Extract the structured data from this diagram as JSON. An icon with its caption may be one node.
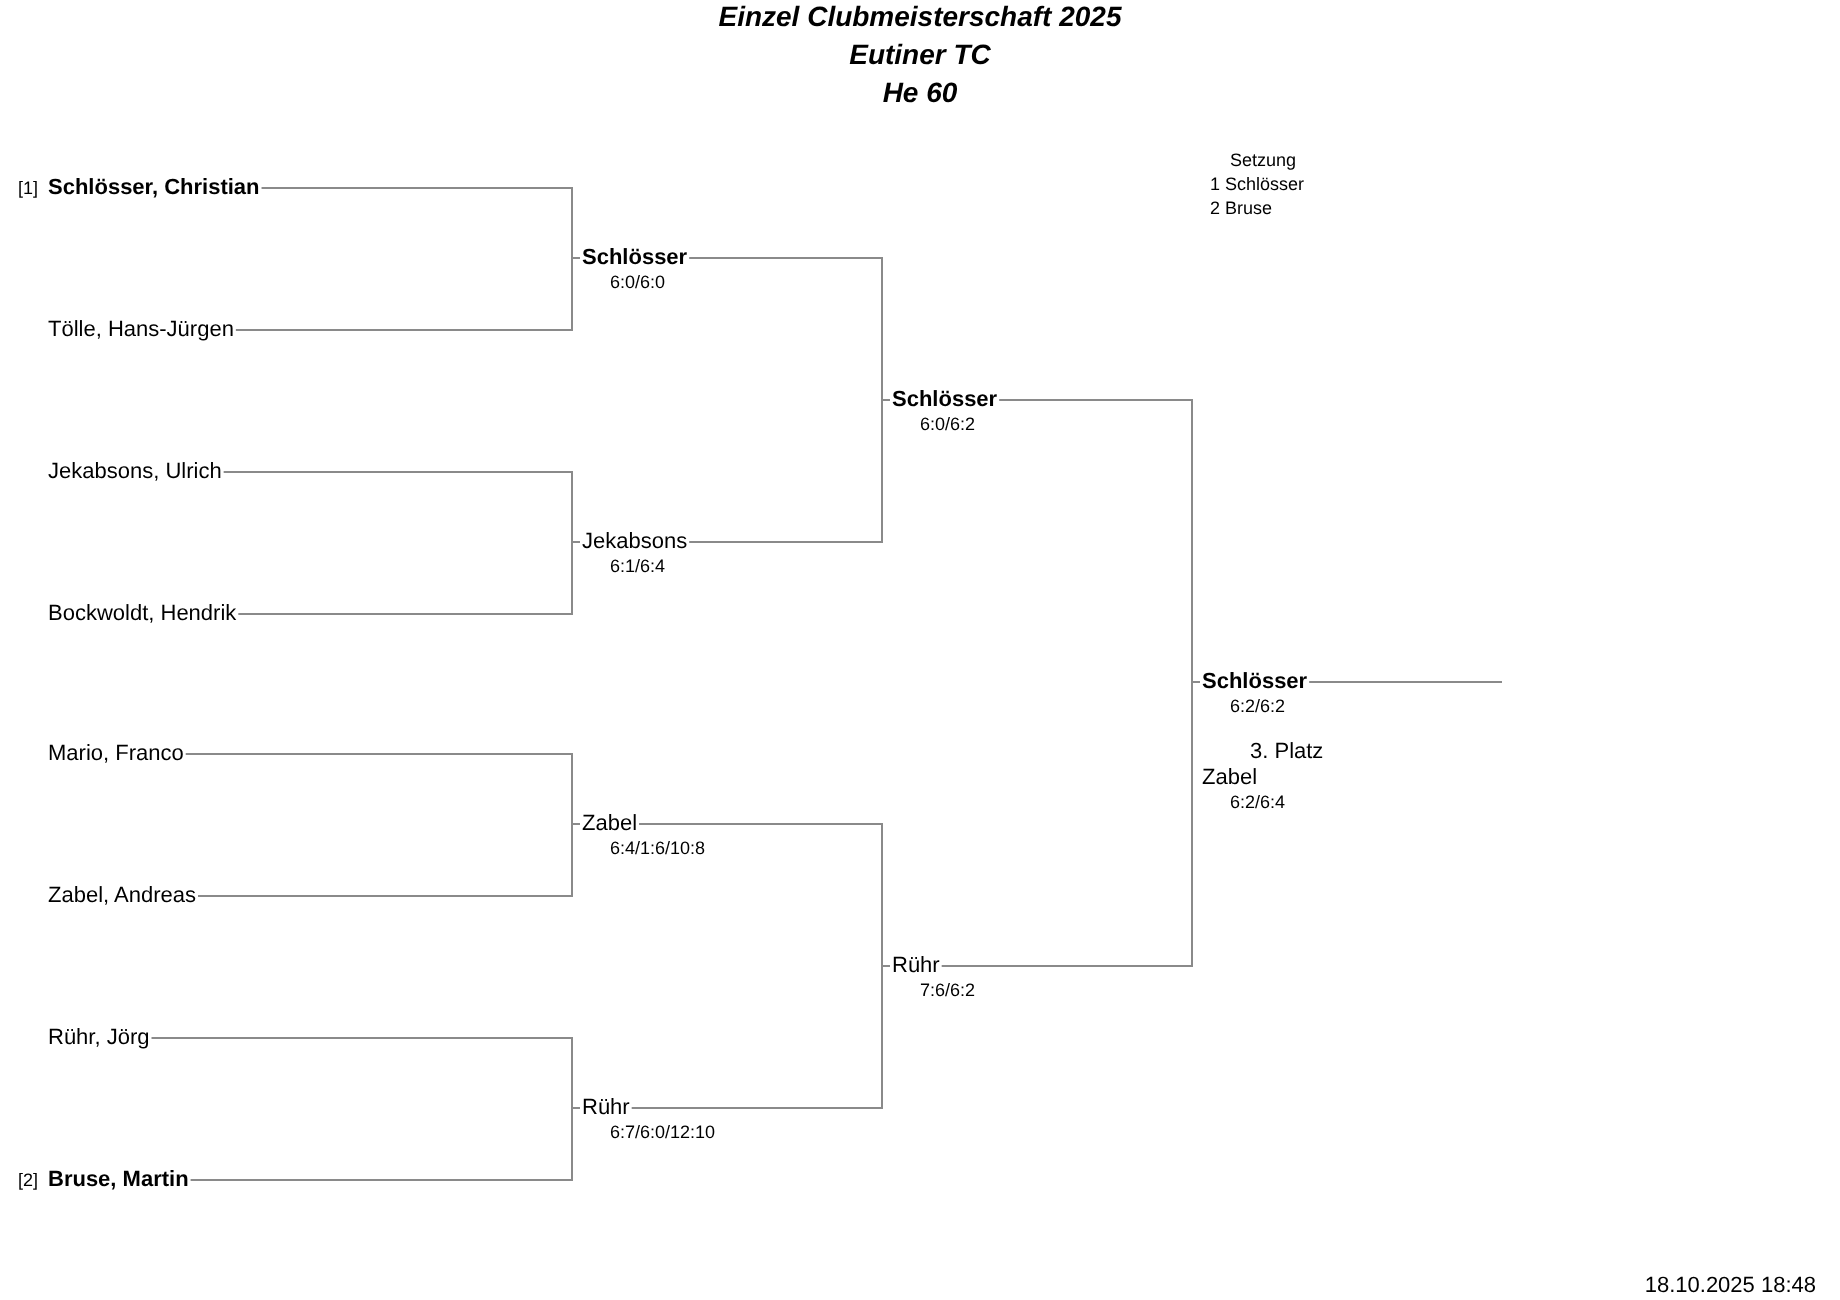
{
  "diagram": {
    "title": "Einzel Clubmeisterschaft 2025",
    "nodes": [
      {
        "text": [
          "Schlösser, Christian"
        ],
        "beside": [
          "[1]"
        ]
      },
      {
        "text": [
          "Tölle, Hans-Jürgen"
        ]
      },
      {
        "text": [
          "Jekabsons, Ulrich"
        ]
      },
      {
        "text": [
          "Bockwoldt, Hendrik"
        ]
      },
      {
        "text": [
          "Mario, Franco"
        ]
      },
      {
        "text": [
          "Zabel, Andreas"
        ]
      },
      {
        "text": [
          "Rühr, Jörg"
        ]
      },
      {
        "text": [
          "Bruse, Martin"
        ],
        "beside": [
          "[2]"
        ]
      },
      {
        "text": [
          "Schlösser",
          "6:0/6:0"
        ]
      },
      {
        "text": [
          "Jekabsons",
          "6:1/6:4"
        ]
      },
      {
        "text": [
          "Zabel",
          "6:4/1:6/10:8"
        ]
      },
      {
        "text": [
          "Rühr",
          "6:7/6:0/12:10"
        ]
      },
      {
        "text": [
          "Schlösser",
          "6:0/6:2"
        ]
      },
      {
        "text": [
          "Rühr",
          "7:6/6:2"
        ]
      },
      {
        "text": [
          "Schlösser",
          "6:2/6:2"
        ]
      },
      {
        "text": [
          "3. Platz",
          "Zabel",
          "6:2/6:4"
        ]
      }
    ],
    "edges": [
      {
        "from": 0,
        "to": 8,
        "arrow": "none"
      },
      {
        "from": 1,
        "to": 8,
        "arrow": "none"
      },
      {
        "from": 2,
        "to": 9,
        "arrow": "none"
      },
      {
        "from": 3,
        "to": 9,
        "arrow": "none"
      },
      {
        "from": 4,
        "to": 10,
        "arrow": "none"
      },
      {
        "from": 5,
        "to": 10,
        "arrow": "none"
      },
      {
        "from": 6,
        "to": 11,
        "arrow": "none"
      },
      {
        "from": 7,
        "to": 11,
        "arrow": "none"
      },
      {
        "from": 8,
        "to": 12,
        "arrow": "none"
      },
      {
        "from": 9,
        "to": 12,
        "arrow": "none"
      },
      {
        "from": 10,
        "to": 13,
        "arrow": "none"
      },
      {
        "from": 11,
        "to": 13,
        "arrow": "none"
      },
      {
        "from": 12,
        "to": 14,
        "arrow": "none"
      },
      {
        "from": 13,
        "to": 14,
        "arrow": "none"
      },
      {
        "from": 14,
        "to": null,
        "arrow": "none"
      }
    ],
    "labels": [
      "Eutiner TC",
      "He 60",
      "Setzung",
      "1 Schlösser",
      "2 Bruse",
      "18.10.2025 18:48"
    ]
  }
}
